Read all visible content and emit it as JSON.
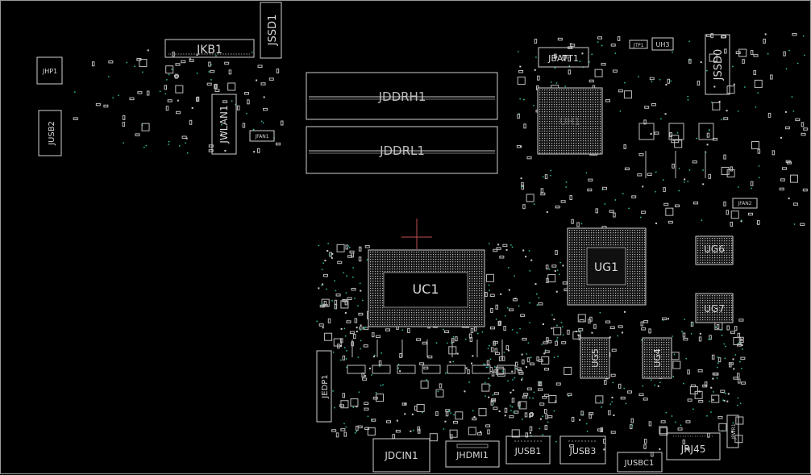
{
  "board": {
    "connectors": {
      "jkb1": "JKB1",
      "jssd1": "JSSD1",
      "jhp1": "JHP1",
      "jusb2": "JUSB2",
      "jwlan1": "JWLAN1",
      "jfan1": "JFAN1",
      "jddrh1": "JDDRH1",
      "jddrl1": "JDDRL1",
      "jbatt1": "JBATT1",
      "jssd0": "JSSD0",
      "jfan2": "JFAN2",
      "jedp1": "JEDP1",
      "jdcin1": "JDCIN1",
      "jhdmi1": "JHDMI1",
      "jusb1": "JUSB1",
      "jusb3": "JUSB3",
      "jusbc1": "JUSBC1",
      "jrj45": "JRJ45",
      "jpwr1": "JPWR1",
      "jtp1": "JTP1"
    },
    "chips": {
      "uc1": "UC1",
      "ug1": "UG1",
      "ug5": "UG5",
      "ug6": "UG6",
      "ug7": "UG7",
      "ug4": "UG4",
      "uh1": "UH1",
      "uh3": "UH3"
    },
    "colors": {
      "background": "#000000",
      "outline": "#d0d0d0",
      "via_dot": "#2fb7a0"
    }
  }
}
